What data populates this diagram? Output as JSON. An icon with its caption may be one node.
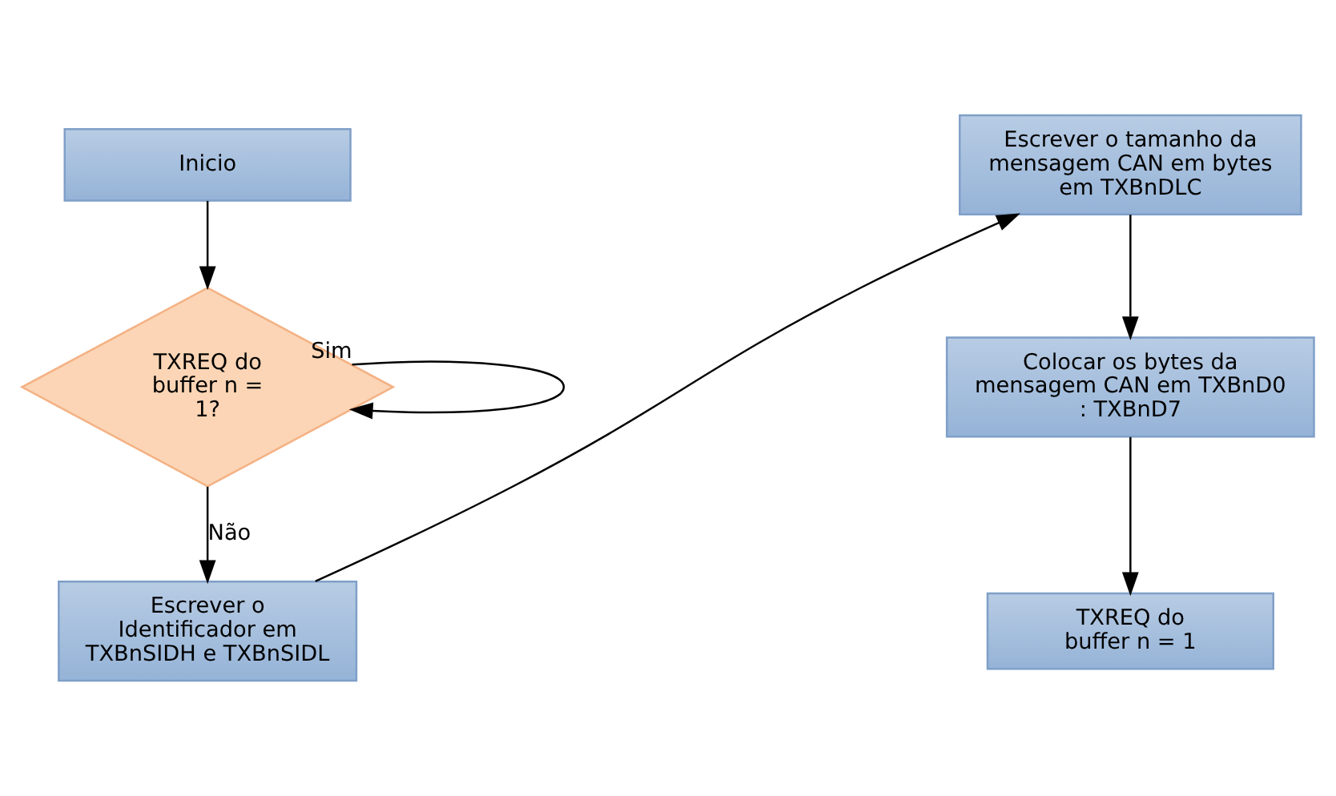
{
  "diagram": {
    "nodes": [
      {
        "text": [
          "Inicio"
        ]
      },
      {
        "text": [
          "TXREQ do buffer n = 1?"
        ]
      },
      {
        "text": [
          "Escrever o Identificador em TXBnSIDH e TXBnSIDL"
        ]
      },
      {
        "text": [
          "Escrever o tamanho da mensagem CAN em bytes em TXBnDLC"
        ]
      },
      {
        "text": [
          "Colocar os bytes da mensagem CAN em TXBnD0 : TXBnD7"
        ]
      },
      {
        "text": [
          "TXREQ do buffer n = 1"
        ]
      }
    ],
    "edges": [
      {
        "from": 0,
        "to": 1,
        "arrow": "to"
      },
      {
        "from": 1,
        "to": 1,
        "label": "Sim",
        "arrow": "to"
      },
      {
        "from": 1,
        "to": 2,
        "label": "Não",
        "arrow": "to"
      },
      {
        "from": 2,
        "to": 3,
        "arrow": "to"
      },
      {
        "from": 3,
        "to": 4,
        "arrow": "to"
      },
      {
        "from": 4,
        "to": 5,
        "arrow": "to"
      }
    ]
  }
}
